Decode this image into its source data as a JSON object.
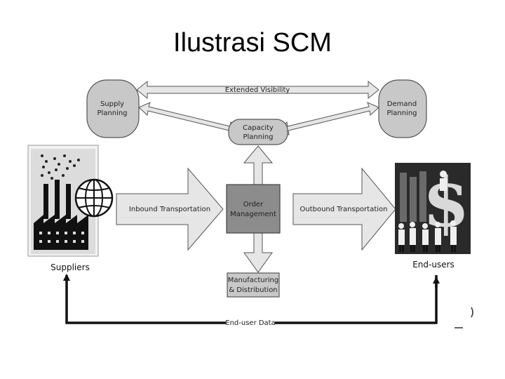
{
  "title": "Ilustrasi SCM",
  "nodes": {
    "supply_planning": [
      "Supply",
      "Planning"
    ],
    "demand_planning": [
      "Demand",
      "Planning"
    ],
    "capacity_planning": [
      "Capacity",
      "Planning"
    ],
    "order_management": [
      "Order",
      "Management"
    ],
    "manufacturing": [
      "Manufacturing",
      "& Distribution"
    ],
    "suppliers": "Suppliers",
    "end_users": "End-users"
  },
  "edges": {
    "extended_visibility": "Extended Visibility",
    "inbound": "Inbound Transportation",
    "outbound": "Outbound Transportation",
    "end_user_data": "End-user Data"
  },
  "icons": {
    "suppliers_picture": "factory-icon",
    "globe": "globe-icon",
    "end_users_picture": "people-dollar-icon"
  },
  "colors": {
    "gray_fill": "#c8c8c8",
    "dark_fill": "#8c8c8c",
    "arrow_fill": "#e6e6e6",
    "stroke": "#555555"
  }
}
